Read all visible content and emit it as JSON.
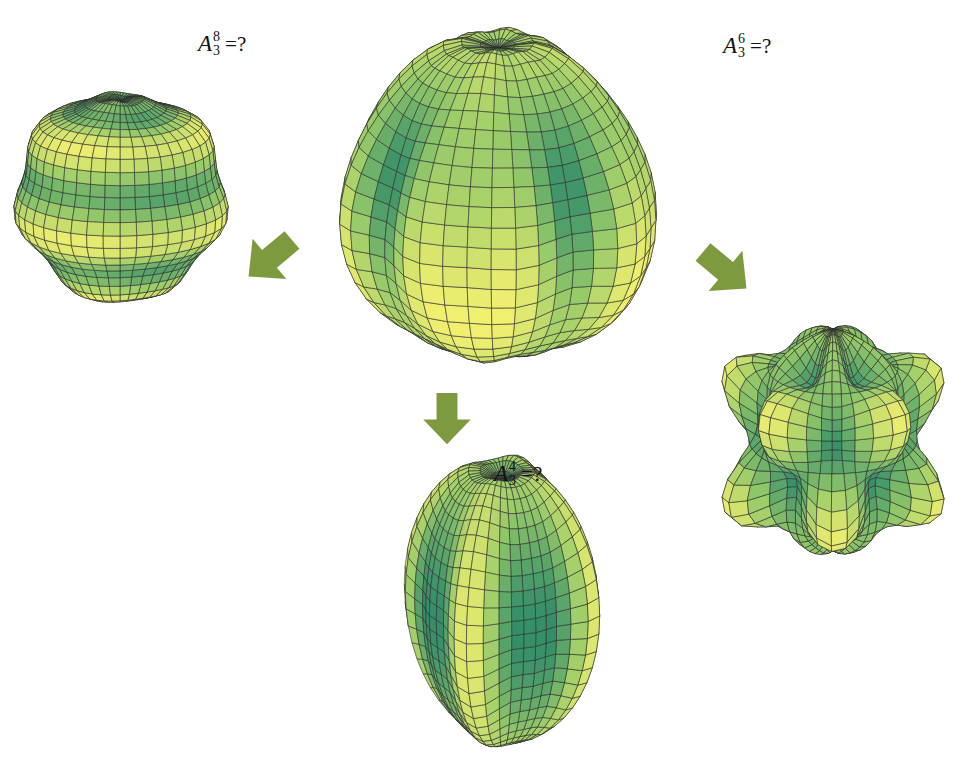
{
  "diagram": {
    "labels": [
      "A",
      "3",
      "8",
      "=?",
      "A",
      "3",
      "6",
      "=?",
      "A",
      "3",
      "4",
      "=?"
    ]
  }
}
